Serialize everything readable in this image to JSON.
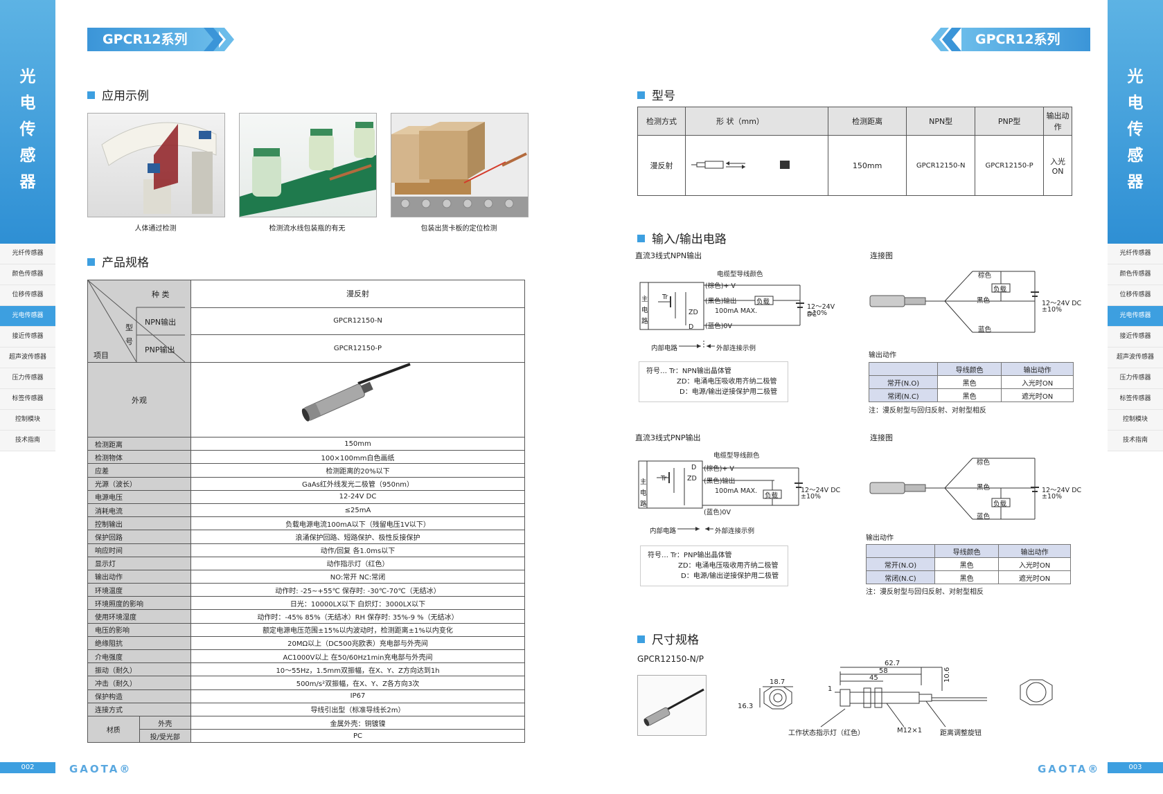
{
  "series_title": "GPCR12系列",
  "side_title_chars": [
    "光",
    "电",
    "传",
    "感",
    "器"
  ],
  "side_nav": [
    "光纤传感器",
    "颜色传感器",
    "位移传感器",
    "光电传感器",
    "接近传感器",
    "超声波传感器",
    "压力传感器",
    "标签传感器",
    "控制模块",
    "技术指南"
  ],
  "active_nav_index": 3,
  "page_left": "002",
  "page_right": "003",
  "logo_text": "GAOTA®",
  "sections": {
    "app": "应用示例",
    "spec": "产品规格",
    "model": "型号",
    "io": "输入/输出电路",
    "dim": "尺寸规格"
  },
  "app_captions": [
    "人体通过检测",
    "检测流水线包装瓶的有无",
    "包装出货卡板的定位检测"
  ],
  "spec_header": {
    "kind_label": "种 类",
    "kind_value": "漫反射",
    "model_label_1": "型",
    "model_label_2": "号",
    "item_label": "项目",
    "npn_label": "NPN输出",
    "npn_value": "GPCR12150-N",
    "pnp_label": "PNP输出",
    "pnp_value": "GPCR12150-P",
    "appearance_label": "外观"
  },
  "spec_rows": [
    [
      "检测距离",
      "150mm"
    ],
    [
      "检测物体",
      "100×100mm白色画纸"
    ],
    [
      "应差",
      "检测距离的20%以下"
    ],
    [
      "光源（波长）",
      "GaAs红外线发光二极管（950nm）"
    ],
    [
      "电源电压",
      "12-24V DC"
    ],
    [
      "消耗电流",
      "≤25mA"
    ],
    [
      "控制输出",
      "负载电源电流100mA以下（残留电压1V以下）"
    ],
    [
      "保护回路",
      "浪涌保护回路、短路保护、极性反接保护"
    ],
    [
      "响应时间",
      "动作/回复 各1.0ms以下"
    ],
    [
      "显示灯",
      "动作指示灯（红色）"
    ],
    [
      "输出动作",
      "NO:常开 NC:常闭"
    ],
    [
      "环境温度",
      "动作时: -25~+55℃  保存时: -30℃-70℃（无结冰）"
    ],
    [
      "环境照度的影响",
      "日光：10000LX以下 白炽灯：3000LX以下"
    ],
    [
      "使用环境湿度",
      "动作时：-45% 85%（无结冰）RH  保存时: 35%-9 %（无结冰）"
    ],
    [
      "电压的影响",
      "额定电源电压范围±15%以内波动时，检测距离±1%以内变化"
    ],
    [
      "绝缘阻抗",
      "20MΩ以上（DC500兆欧表）充电部与外壳间"
    ],
    [
      "介电强度",
      "AC1000V以上 在50/60Hz1min充电部与外壳间"
    ],
    [
      "振动（耐久）",
      "10～55Hz，1.5mm双振幅，在X、Y、Z方向达到1h"
    ],
    [
      "冲击（耐久）",
      "500m/s²双振幅，在X、Y、Z各方向3次"
    ],
    [
      "保护构造",
      "IP67"
    ],
    [
      "连接方式",
      "导线引出型（标准导线长2m）"
    ]
  ],
  "material": {
    "label": "材质",
    "rows": [
      [
        "外壳",
        "金属外壳：铜镀镍"
      ],
      [
        "投/受光部",
        "PC"
      ]
    ]
  },
  "model_table": {
    "headers": [
      "检测方式",
      "形 状（mm）",
      "检测距离",
      "NPN型",
      "PNP型",
      "输出动作"
    ],
    "row": [
      "漫反射",
      "",
      "150mm",
      "GPCR12150-N",
      "GPCR12150-P",
      "入光ON"
    ]
  },
  "circuit_npn": {
    "title": "直流3线式NPN输出",
    "connect_title": "连接图",
    "cable_color": "电缆型导线颜色",
    "brown": "(棕色)+ V",
    "black": "(黑色)输出",
    "blue": "(蓝色)0V",
    "load": "负载",
    "current": "100mA MAX.",
    "supply": "12～24V DC",
    "supply_tol": "±10%",
    "main_circuit": [
      "主",
      "电",
      "路"
    ],
    "inner": "内部电路",
    "outer": "外部连接示例",
    "tr": "Tr",
    "zd": "ZD",
    "d": "D",
    "legend": [
      "符号… Tr：NPN输出晶体管",
      "ZD：电涌电压吸收用齐纳二极管",
      "D：电源/输出逆接保护用二极管"
    ],
    "wire_brown": "棕色",
    "wire_black": "黑色",
    "wire_blue": "蓝色",
    "output_title": "输出动作",
    "out_headers": [
      "",
      "导线颜色",
      "输出动作"
    ],
    "out_rows": [
      [
        "常开(N.O)",
        "黑色",
        "入光时ON"
      ],
      [
        "常闭(N.C)",
        "黑色",
        "遮光时ON"
      ]
    ],
    "note": "注：漫反射型与回归反射、对射型相反"
  },
  "circuit_pnp": {
    "title": "直流3线式PNP输出",
    "connect_title": "连接图",
    "legend": [
      "符号… Tr：PNP输出晶体管",
      "ZD：电涌电压吸收用齐纳二极管",
      "D：电源/输出逆接保护用二极管"
    ],
    "output_title": "输出动作",
    "out_headers": [
      "",
      "导线颜色",
      "输出动作"
    ],
    "out_rows": [
      [
        "常开(N.O)",
        "黑色",
        "入光时ON"
      ],
      [
        "常闭(N.C)",
        "黑色",
        "遮光时ON"
      ]
    ],
    "note": "注：漫反射型与回归反射、对射型相反"
  },
  "dimensions": {
    "model": "GPCR12150-N/P",
    "d_62_7": "62.7",
    "d_58": "58",
    "d_45": "45",
    "d_1": "1",
    "d_10_6": "10.6",
    "d_18_7": "18.7",
    "d_16_3": "16.3",
    "indicator": "工作状态指示灯（红色）",
    "thread": "M12×1",
    "adjust": "距离调整旋钮"
  },
  "colors": {
    "accent": "#3d9fe0",
    "header_grey": "#d0d0d0",
    "table_blue": "#d6dcee"
  }
}
